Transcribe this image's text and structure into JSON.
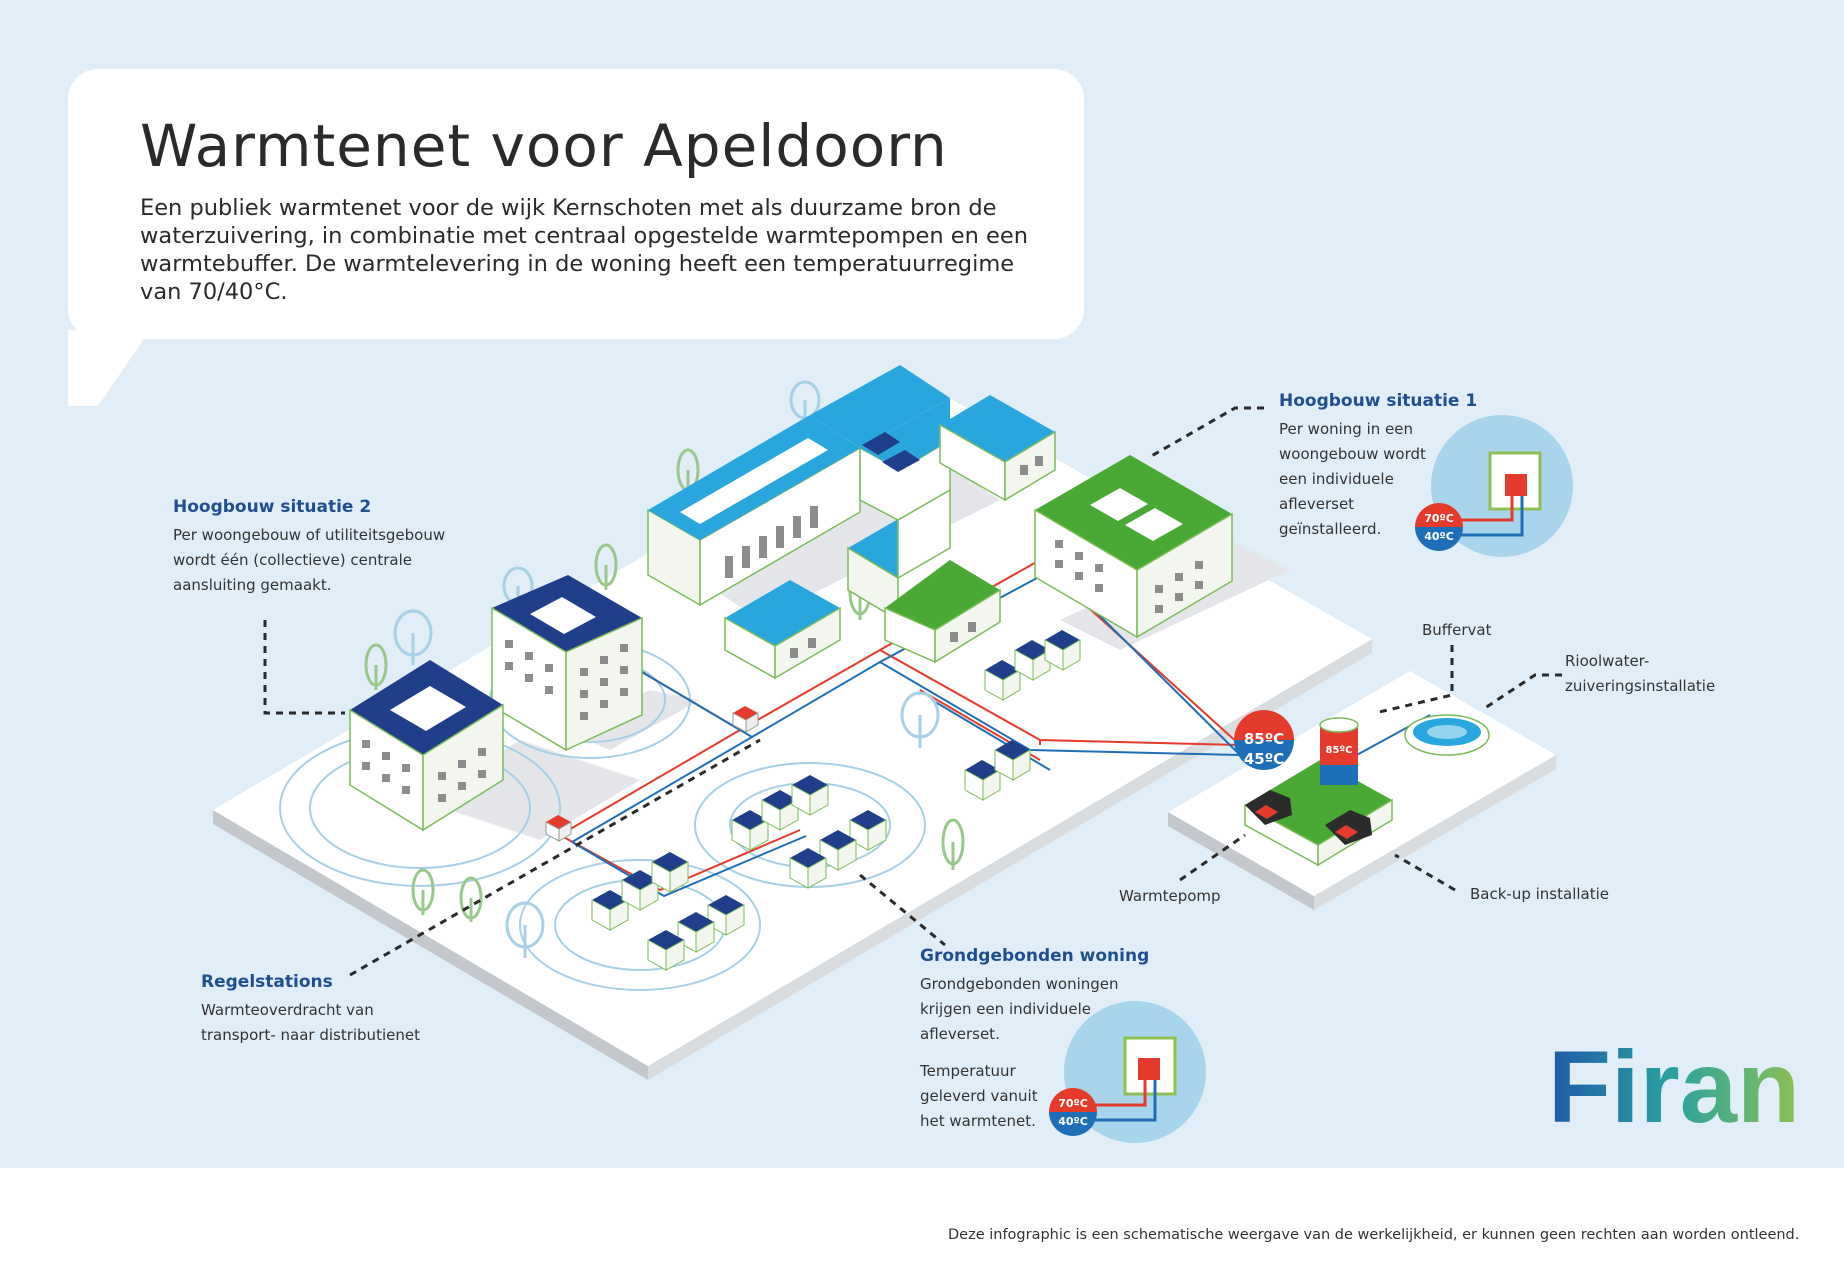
{
  "title": "Warmtenet voor Apeldoorn",
  "intro": "Een publiek warmtenet voor de wijk Kernschoten met als duurzame bron de waterzuivering, in combinatie met centraal opgestelde warmtepompen en een warmtebuffer. De warmtelevering in de woning heeft een temperatuurregime van 70/40°C.",
  "callouts": {
    "hoogbouw1": {
      "title": "Hoogbouw situatie 1",
      "text": "Per woning in een woongebouw wordt een individuele afleverset geïnstalleerd."
    },
    "hoogbouw2": {
      "title": "Hoogbouw situatie 2",
      "text": "Per woongebouw of utiliteitsgebouw wordt één (collectieve) centrale aansluiting gemaakt."
    },
    "regelstations": {
      "title": "Regelstations",
      "text": "Warmteoverdracht van transport- naar distributienet"
    },
    "grondgebonden": {
      "title": "Grondgebonden woning",
      "text": "Grondgebonden woningen krijgen een individuele afleverset.",
      "text2": "Temperatuur geleverd vanuit het warmtenet."
    }
  },
  "labels": {
    "buffervat": "Buffervat",
    "rioolwater": "Rioolwater- zuiveringsinstallatie",
    "warmtepomp": "Warmtepomp",
    "backup": "Back-up installatie"
  },
  "temps": {
    "supply_net": "85ºC",
    "return_net": "45ºC",
    "buffer": "85ºC",
    "supply_home": "70ºC",
    "return_home": "40ºC"
  },
  "logo": "Firan",
  "footnote": "Deze infographic is een schematische weergave van de werkelijkheid, er kunnen geen rechten aan worden ontleend.",
  "colors": {
    "background": "#e1eef8",
    "supply": "#e53b2c",
    "return": "#1f6fb8",
    "roof_blue": "#2aa6de",
    "roof_navy": "#1f3f8a",
    "roof_green": "#4aa935",
    "callout_title": "#1f4f8f",
    "logo_blue": "#1f5aa8",
    "logo_green": "#8cc152"
  }
}
